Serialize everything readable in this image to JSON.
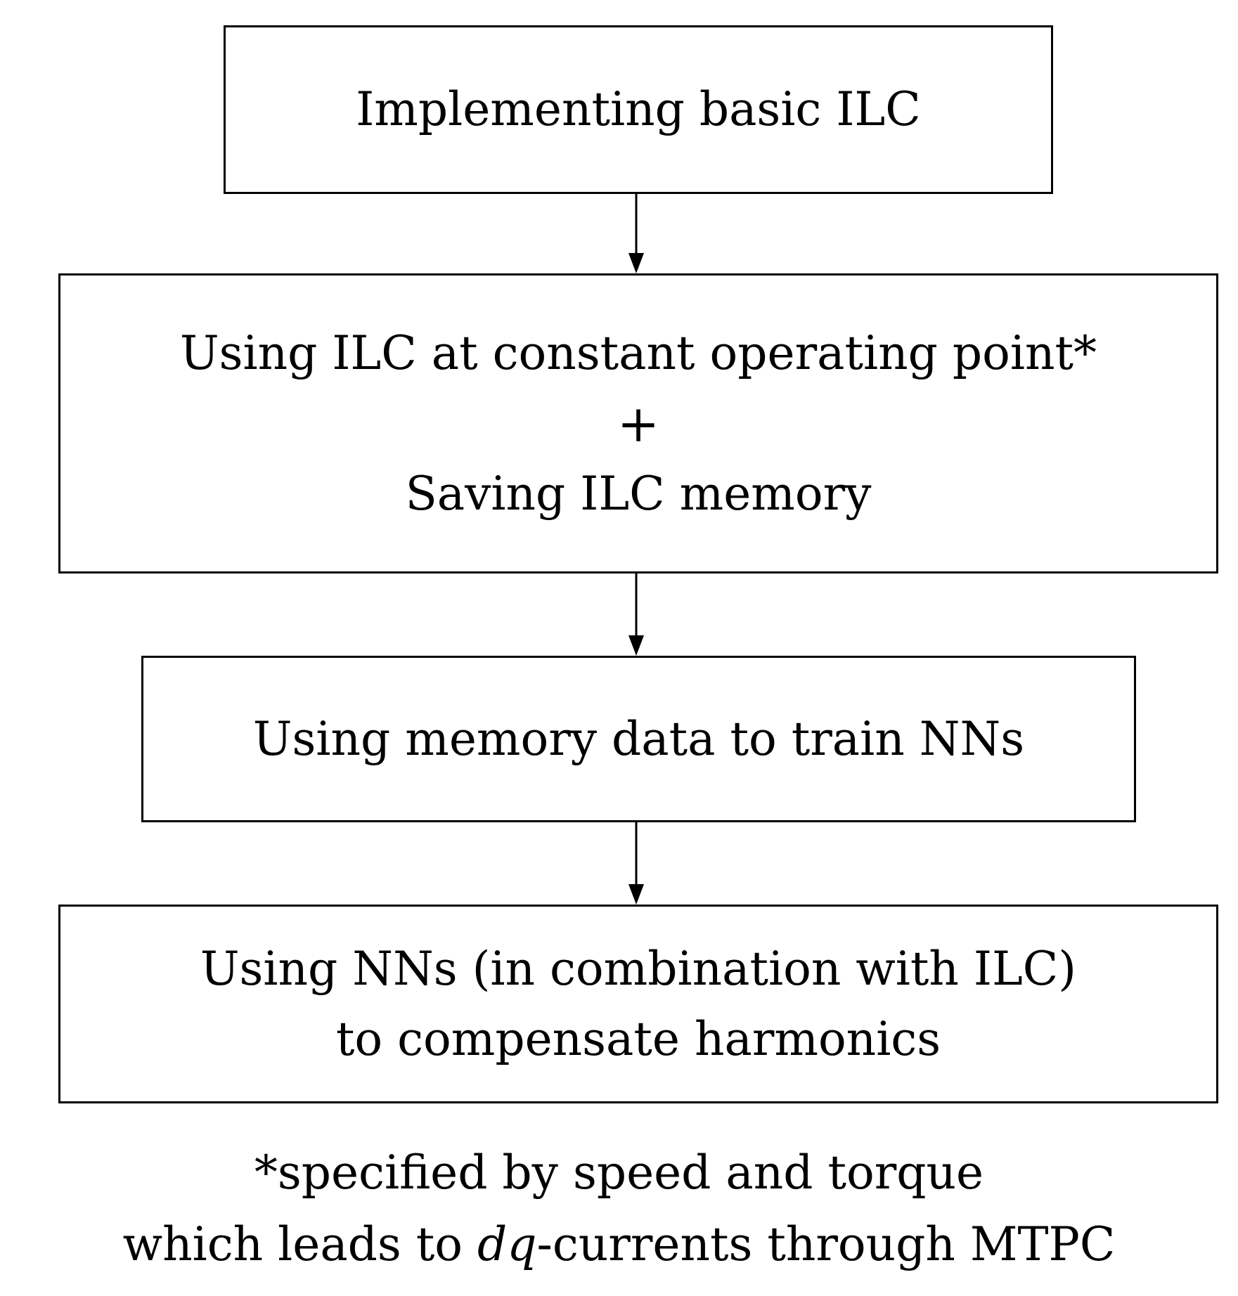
{
  "diagram": {
    "steps": [
      {
        "lines": [
          "Implementing basic ILC"
        ]
      },
      {
        "lines": [
          "Using ILC at constant operating point*",
          "+",
          "Saving ILC memory"
        ]
      },
      {
        "lines": [
          "Using memory data to train NNs"
        ]
      },
      {
        "lines": [
          "Using NNs (in combination with ILC)",
          "to compensate harmonics"
        ]
      }
    ],
    "footnote": {
      "line1": "*specified by speed and torque",
      "line2_before": "which leads to ",
      "line2_italic": "dq",
      "line2_after": "-currents through MTPC"
    }
  }
}
